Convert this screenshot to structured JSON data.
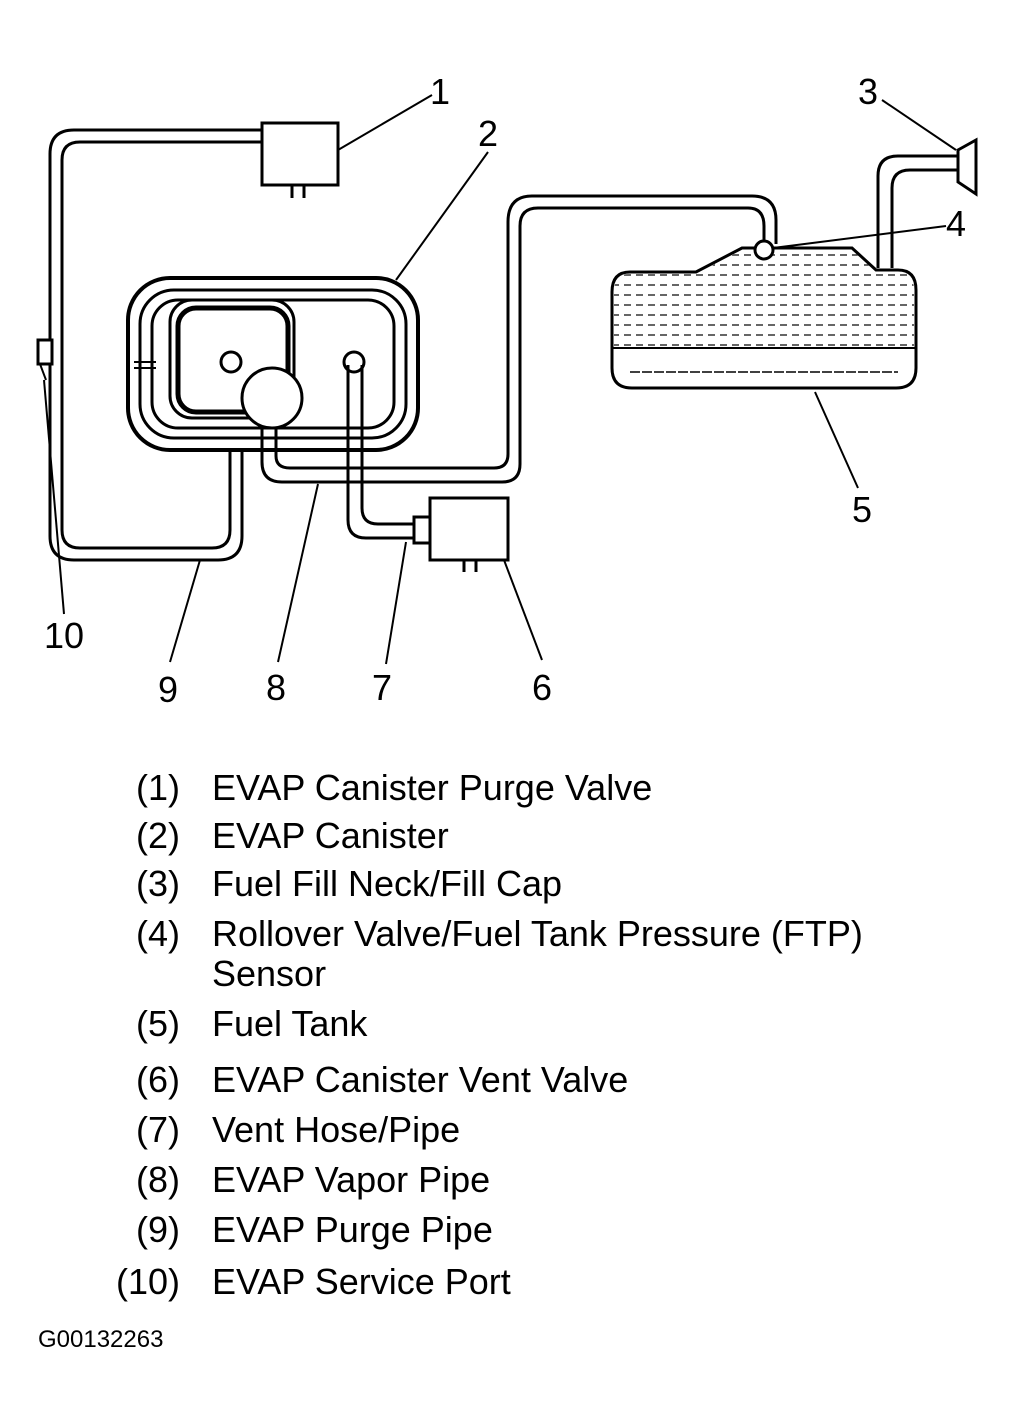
{
  "callouts": {
    "c1": "1",
    "c2": "2",
    "c3": "3",
    "c4": "4",
    "c5": "5",
    "c6": "6",
    "c7": "7",
    "c8": "8",
    "c9": "9",
    "c10": "10"
  },
  "legend": [
    {
      "num": "(1)",
      "text": "EVAP Canister Purge Valve"
    },
    {
      "num": "(2)",
      "text": "EVAP Canister"
    },
    {
      "num": "(3)",
      "text": "Fuel Fill Neck/Fill Cap"
    },
    {
      "num": "(4)",
      "text": "Rollover Valve/Fuel Tank Pressure (FTP)",
      "text2": "Sensor"
    },
    {
      "num": "(5)",
      "text": "Fuel Tank"
    },
    {
      "num": "(6)",
      "text": "EVAP Canister Vent Valve"
    },
    {
      "num": "(7)",
      "text": "Vent Hose/Pipe"
    },
    {
      "num": "(8)",
      "text": "EVAP Vapor Pipe"
    },
    {
      "num": "(9)",
      "text": "EVAP Purge Pipe"
    },
    {
      "num": "(10)",
      "text": "EVAP Service Port"
    }
  ],
  "figure_id": "G00132263"
}
